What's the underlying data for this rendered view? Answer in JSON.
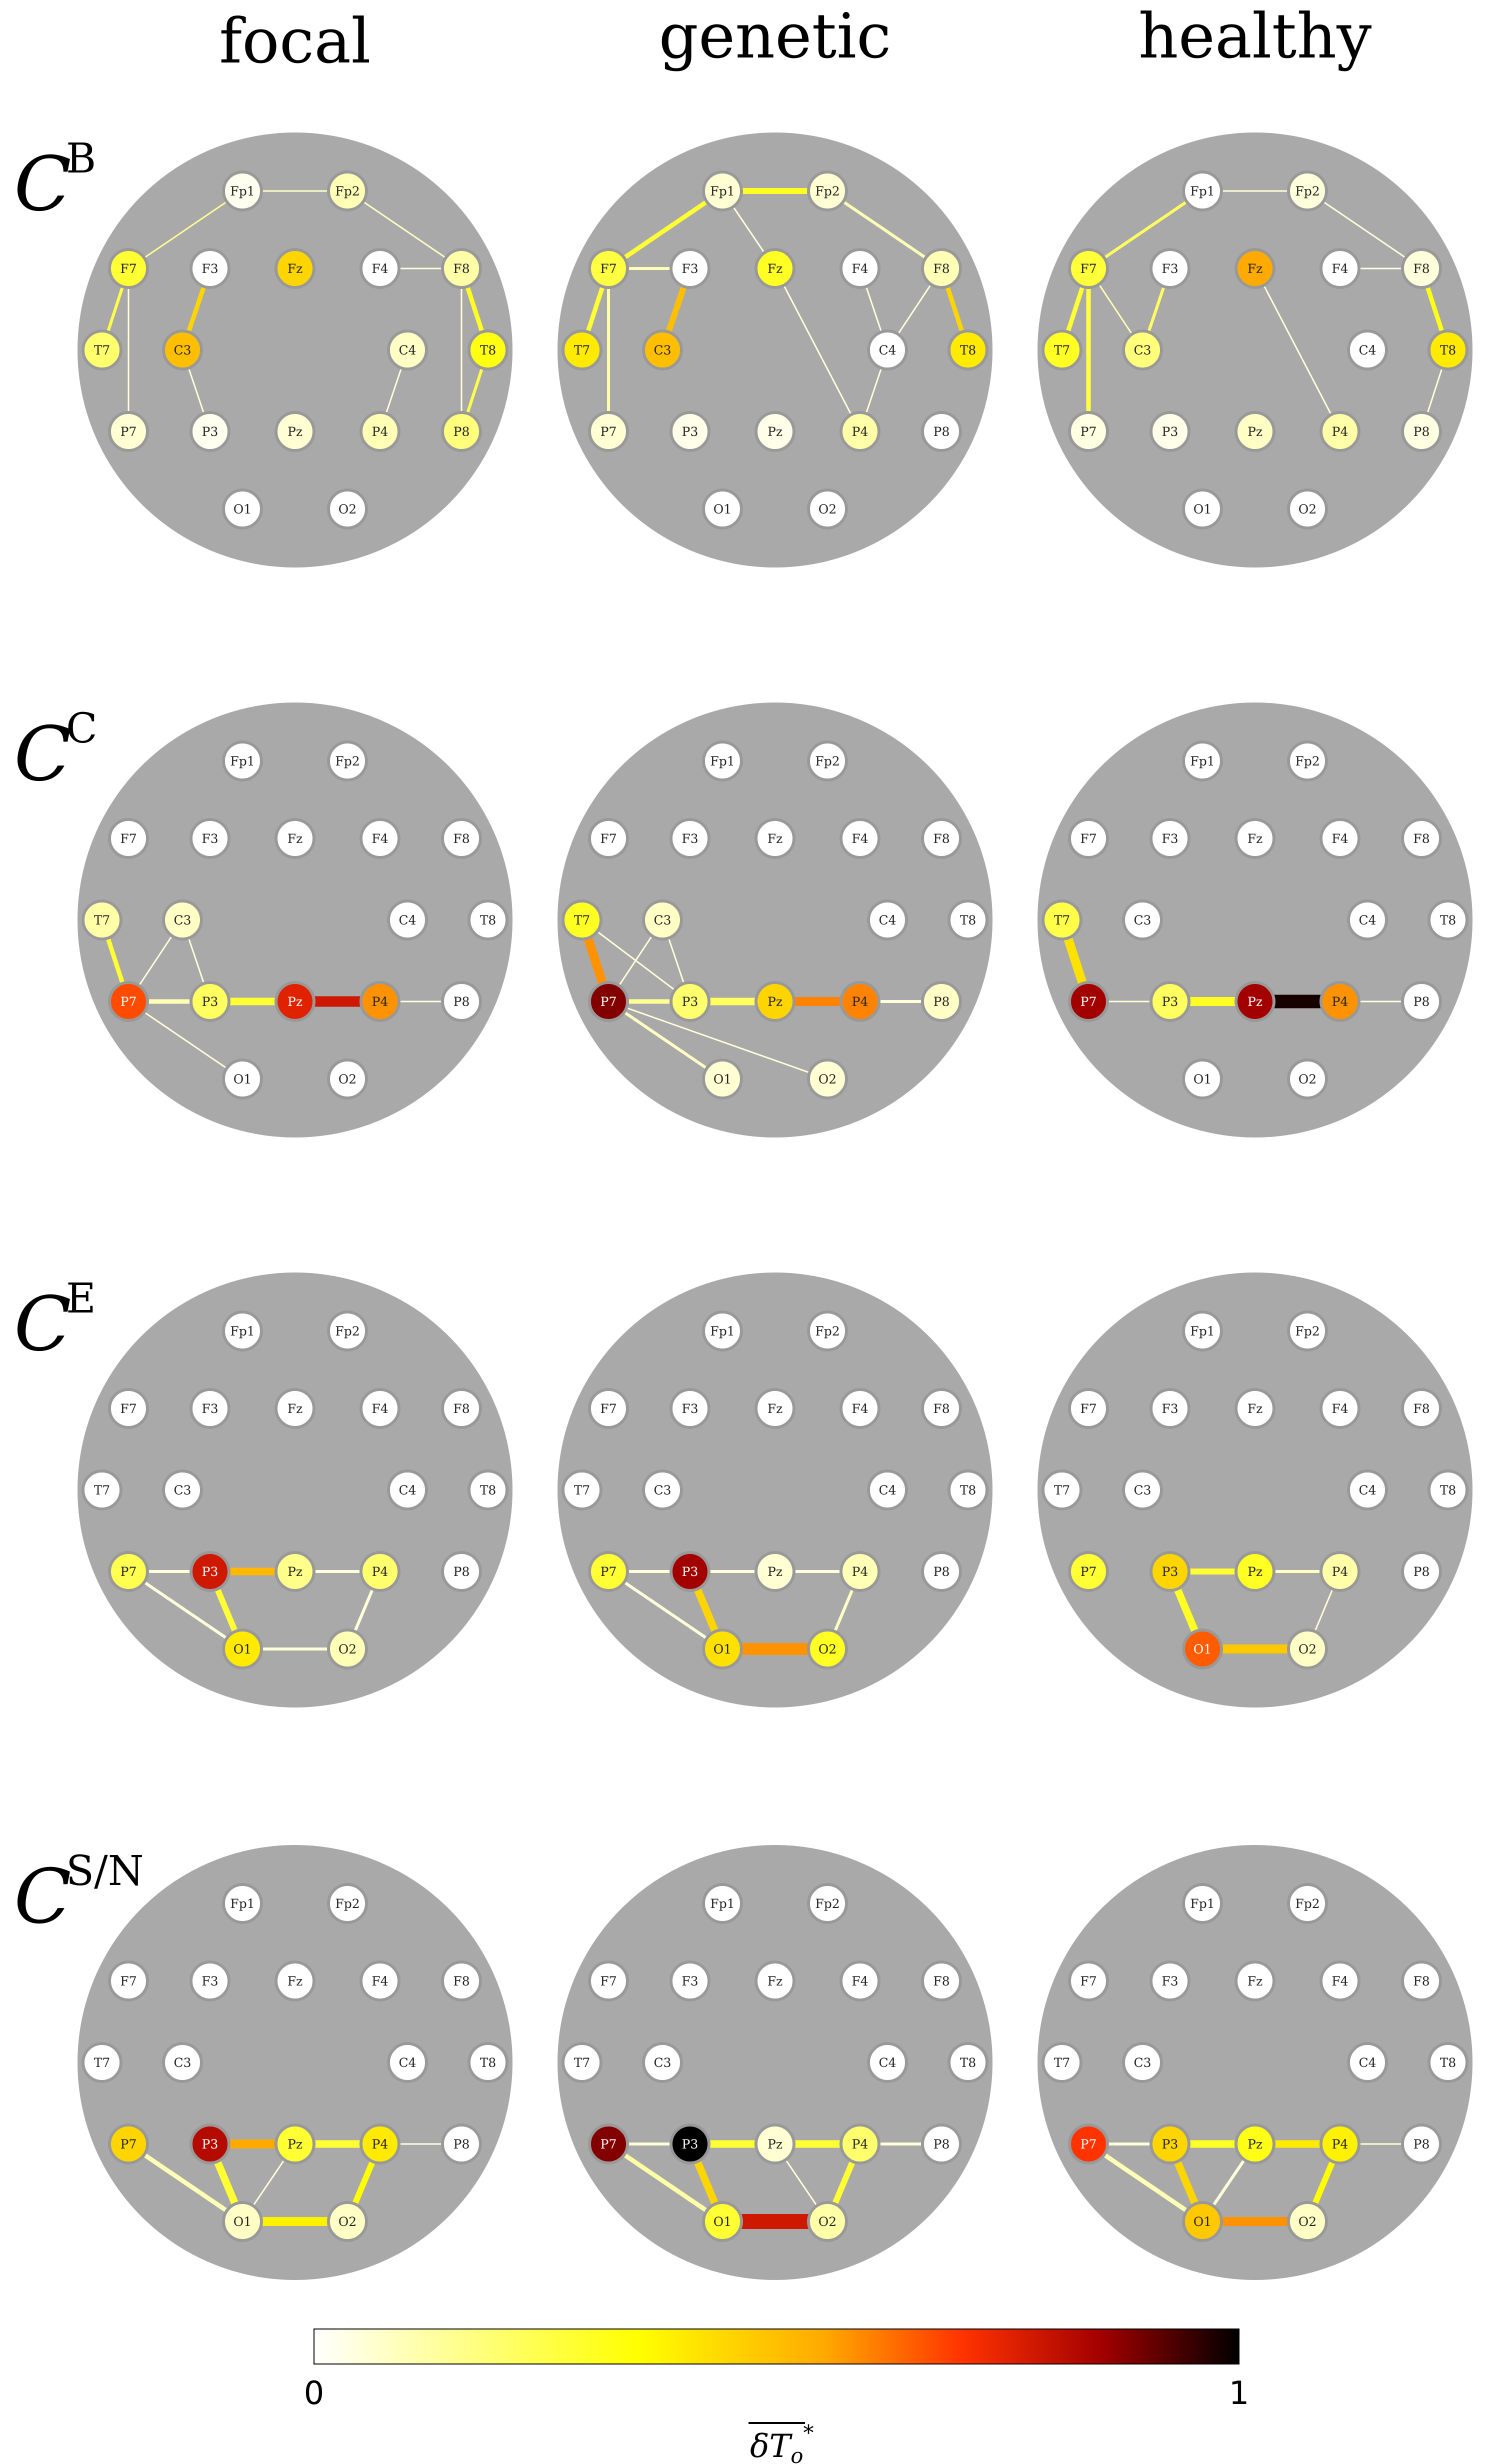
{
  "columns": [
    "focal",
    "genetic",
    "healthy"
  ],
  "rows": [
    {
      "script": "C",
      "sup": "B"
    },
    {
      "script": "C",
      "sup": "C"
    },
    {
      "script": "C",
      "sup": "E"
    },
    {
      "script": "C",
      "sup": "S/N"
    }
  ],
  "electrodes": [
    "Fp1",
    "Fp2",
    "F7",
    "F3",
    "Fz",
    "F4",
    "F8",
    "T7",
    "C3",
    "C4",
    "T8",
    "P7",
    "P3",
    "Pz",
    "P4",
    "P8",
    "O1",
    "O2"
  ],
  "colorbar": {
    "min_label": "0",
    "max_label": "1",
    "label": "δT*o (overlined)",
    "colormap": "afmhot_r"
  },
  "colors": {
    "head": "#a9a9a9",
    "node_edge": "#999999",
    "background": "#ffffff"
  },
  "panels": [
    {
      "row": 0,
      "col": 0,
      "nodes": {
        "Fp1": 0.02,
        "Fp2": 0.1,
        "F7": 0.28,
        "F3": 0.0,
        "Fz": 0.45,
        "F4": 0.0,
        "F8": 0.12,
        "T7": 0.2,
        "C3": 0.5,
        "C4": 0.08,
        "T8": 0.33,
        "P7": 0.06,
        "P3": 0.02,
        "Pz": 0.06,
        "P4": 0.1,
        "P8": 0.18,
        "O1": 0.0,
        "O2": 0.0
      },
      "edges": [
        [
          "Fp1",
          "Fp2",
          0.08,
          1
        ],
        [
          "Fp1",
          "F7",
          0.15,
          1
        ],
        [
          "Fp2",
          "F8",
          0.08,
          1
        ],
        [
          "F7",
          "T7",
          0.25,
          2
        ],
        [
          "F7",
          "P7",
          0.05,
          1
        ],
        [
          "F3",
          "C3",
          0.45,
          3
        ],
        [
          "F8",
          "T8",
          0.3,
          3
        ],
        [
          "F8",
          "P8",
          0.05,
          1
        ],
        [
          "T8",
          "P8",
          0.25,
          2
        ],
        [
          "C3",
          "P3",
          0.05,
          1
        ],
        [
          "C4",
          "P4",
          0.05,
          1
        ],
        [
          "F4",
          "F8",
          0.05,
          1
        ]
      ]
    },
    {
      "row": 0,
      "col": 1,
      "nodes": {
        "Fp1": 0.06,
        "Fp2": 0.06,
        "F7": 0.26,
        "F3": 0.0,
        "Fz": 0.3,
        "F4": 0.0,
        "F8": 0.1,
        "T7": 0.4,
        "C3": 0.5,
        "C4": 0.0,
        "T8": 0.4,
        "P7": 0.06,
        "P3": 0.03,
        "Pz": 0.03,
        "P4": 0.12,
        "P8": 0.0,
        "O1": 0.0,
        "O2": 0.0
      },
      "edges": [
        [
          "Fp1",
          "Fp2",
          0.3,
          4
        ],
        [
          "Fp1",
          "F7",
          0.28,
          3
        ],
        [
          "Fp1",
          "Fz",
          0.05,
          1
        ],
        [
          "Fp2",
          "F8",
          0.1,
          2
        ],
        [
          "F7",
          "T7",
          0.28,
          3
        ],
        [
          "F7",
          "P7",
          0.12,
          2
        ],
        [
          "F7",
          "F3",
          0.1,
          2
        ],
        [
          "F3",
          "C3",
          0.5,
          4
        ],
        [
          "Fz",
          "P4",
          0.05,
          1
        ],
        [
          "F8",
          "T8",
          0.45,
          3
        ],
        [
          "F8",
          "C4",
          0.05,
          1
        ],
        [
          "C4",
          "P4",
          0.05,
          1
        ],
        [
          "F4",
          "C4",
          0.05,
          1
        ]
      ]
    },
    {
      "row": 0,
      "col": 2,
      "nodes": {
        "Fp1": 0.0,
        "Fp2": 0.05,
        "F7": 0.27,
        "F3": 0.0,
        "Fz": 0.55,
        "F4": 0.0,
        "F8": 0.05,
        "T7": 0.3,
        "C3": 0.18,
        "C4": 0.0,
        "T8": 0.4,
        "P7": 0.04,
        "P3": 0.03,
        "Pz": 0.08,
        "P4": 0.12,
        "P8": 0.04,
        "O1": 0.0,
        "O2": 0.0
      },
      "edges": [
        [
          "Fp1",
          "Fp2",
          0.05,
          1
        ],
        [
          "Fp1",
          "F7",
          0.22,
          2
        ],
        [
          "Fp2",
          "F8",
          0.05,
          1
        ],
        [
          "F7",
          "T7",
          0.28,
          3
        ],
        [
          "F7",
          "P7",
          0.26,
          3
        ],
        [
          "F7",
          "C3",
          0.1,
          1
        ],
        [
          "F3",
          "C3",
          0.22,
          2
        ],
        [
          "Fz",
          "P4",
          0.05,
          1
        ],
        [
          "F8",
          "T8",
          0.32,
          3
        ],
        [
          "T8",
          "P8",
          0.05,
          1
        ],
        [
          "F4",
          "F8",
          0.03,
          1
        ]
      ]
    },
    {
      "row": 1,
      "col": 0,
      "nodes": {
        "Fp1": 0.0,
        "Fp2": 0.0,
        "F7": 0.0,
        "F3": 0.0,
        "Fz": 0.0,
        "F4": 0.0,
        "F8": 0.0,
        "T7": 0.12,
        "C3": 0.08,
        "C4": 0.0,
        "T8": 0.0,
        "P7": 0.67,
        "P3": 0.22,
        "Pz": 0.75,
        "P4": 0.58,
        "P8": 0.0,
        "O1": 0.0,
        "O2": 0.0
      },
      "edges": [
        [
          "T7",
          "P7",
          0.28,
          3
        ],
        [
          "C3",
          "P7",
          0.05,
          1
        ],
        [
          "C3",
          "P3",
          0.05,
          1
        ],
        [
          "P7",
          "P3",
          0.1,
          3
        ],
        [
          "P7",
          "O1",
          0.05,
          1
        ],
        [
          "P3",
          "Pz",
          0.28,
          5
        ],
        [
          "Pz",
          "P4",
          0.78,
          7
        ],
        [
          "P4",
          "P8",
          0.03,
          1
        ]
      ]
    },
    {
      "row": 1,
      "col": 1,
      "nodes": {
        "Fp1": 0.0,
        "Fp2": 0.0,
        "F7": 0.0,
        "F3": 0.0,
        "Fz": 0.0,
        "F4": 0.0,
        "F8": 0.0,
        "T7": 0.3,
        "C3": 0.08,
        "C4": 0.0,
        "T8": 0.0,
        "P7": 0.88,
        "P3": 0.2,
        "Pz": 0.45,
        "P4": 0.6,
        "P8": 0.08,
        "O1": 0.06,
        "O2": 0.06
      },
      "edges": [
        [
          "T7",
          "P7",
          0.58,
          6
        ],
        [
          "T7",
          "P3",
          0.05,
          1
        ],
        [
          "C3",
          "P7",
          0.05,
          1
        ],
        [
          "C3",
          "P3",
          0.05,
          1
        ],
        [
          "P7",
          "P3",
          0.15,
          3
        ],
        [
          "P7",
          "O1",
          0.08,
          2
        ],
        [
          "P7",
          "O2",
          0.05,
          1
        ],
        [
          "P3",
          "Pz",
          0.22,
          5
        ],
        [
          "Pz",
          "P4",
          0.6,
          6
        ],
        [
          "P4",
          "P8",
          0.05,
          2
        ]
      ]
    },
    {
      "row": 1,
      "col": 2,
      "nodes": {
        "Fp1": 0.0,
        "Fp2": 0.0,
        "F7": 0.0,
        "F3": 0.0,
        "Fz": 0.0,
        "F4": 0.0,
        "F8": 0.0,
        "T7": 0.25,
        "C3": 0.0,
        "C4": 0.0,
        "T8": 0.0,
        "P7": 0.85,
        "P3": 0.22,
        "Pz": 0.85,
        "P4": 0.58,
        "P8": 0.0,
        "O1": 0.0,
        "O2": 0.0
      },
      "edges": [
        [
          "T7",
          "P7",
          0.42,
          6
        ],
        [
          "P7",
          "P3",
          0.05,
          1
        ],
        [
          "P3",
          "Pz",
          0.3,
          6
        ],
        [
          "Pz",
          "P4",
          0.98,
          9
        ],
        [
          "P4",
          "P8",
          0.03,
          1
        ]
      ]
    },
    {
      "row": 2,
      "col": 0,
      "nodes": {
        "Fp1": 0.0,
        "Fp2": 0.0,
        "F7": 0.0,
        "F3": 0.0,
        "Fz": 0.0,
        "F4": 0.0,
        "F8": 0.0,
        "T7": 0.0,
        "C3": 0.0,
        "C4": 0.0,
        "T8": 0.0,
        "P7": 0.24,
        "P3": 0.78,
        "Pz": 0.16,
        "P4": 0.2,
        "P8": 0.0,
        "O1": 0.4,
        "O2": 0.1
      },
      "edges": [
        [
          "P7",
          "P3",
          0.05,
          2
        ],
        [
          "P7",
          "O1",
          0.05,
          2
        ],
        [
          "P3",
          "Pz",
          0.52,
          5
        ],
        [
          "P3",
          "O1",
          0.28,
          4
        ],
        [
          "Pz",
          "P4",
          0.05,
          2
        ],
        [
          "P4",
          "O2",
          0.05,
          2
        ],
        [
          "O1",
          "O2",
          0.05,
          2
        ]
      ]
    },
    {
      "row": 2,
      "col": 1,
      "nodes": {
        "Fp1": 0.0,
        "Fp2": 0.0,
        "F7": 0.0,
        "F3": 0.0,
        "Fz": 0.0,
        "F4": 0.0,
        "F8": 0.0,
        "T7": 0.0,
        "C3": 0.0,
        "C4": 0.0,
        "T8": 0.0,
        "P7": 0.28,
        "P3": 0.85,
        "Pz": 0.06,
        "P4": 0.1,
        "P8": 0.0,
        "O1": 0.42,
        "O2": 0.3
      },
      "edges": [
        [
          "P7",
          "P3",
          0.05,
          2
        ],
        [
          "P7",
          "O1",
          0.05,
          2
        ],
        [
          "P3",
          "Pz",
          0.05,
          2
        ],
        [
          "P3",
          "O1",
          0.45,
          5
        ],
        [
          "Pz",
          "P4",
          0.05,
          2
        ],
        [
          "P4",
          "O2",
          0.08,
          2
        ],
        [
          "O1",
          "O2",
          0.58,
          8
        ]
      ]
    },
    {
      "row": 2,
      "col": 2,
      "nodes": {
        "Fp1": 0.0,
        "Fp2": 0.0,
        "F7": 0.0,
        "F3": 0.0,
        "Fz": 0.0,
        "F4": 0.0,
        "F8": 0.0,
        "T7": 0.0,
        "C3": 0.0,
        "C4": 0.0,
        "T8": 0.0,
        "P7": 0.28,
        "P3": 0.45,
        "Pz": 0.3,
        "P4": 0.12,
        "P8": 0.0,
        "O1": 0.65,
        "O2": 0.08
      },
      "edges": [
        [
          "P3",
          "Pz",
          0.28,
          4
        ],
        [
          "P3",
          "O1",
          0.3,
          5
        ],
        [
          "Pz",
          "P4",
          0.08,
          2
        ],
        [
          "P4",
          "O2",
          0.05,
          1
        ],
        [
          "O1",
          "O2",
          0.48,
          6
        ]
      ]
    },
    {
      "row": 3,
      "col": 0,
      "nodes": {
        "Fp1": 0.0,
        "Fp2": 0.0,
        "F7": 0.0,
        "F3": 0.0,
        "Fz": 0.0,
        "F4": 0.0,
        "F8": 0.0,
        "T7": 0.0,
        "C3": 0.0,
        "C4": 0.0,
        "T8": 0.0,
        "P7": 0.45,
        "P3": 0.82,
        "Pz": 0.28,
        "P4": 0.4,
        "P8": 0.0,
        "O1": 0.08,
        "O2": 0.08
      },
      "edges": [
        [
          "P7",
          "O1",
          0.1,
          3
        ],
        [
          "P3",
          "Pz",
          0.55,
          6
        ],
        [
          "P3",
          "O1",
          0.28,
          5
        ],
        [
          "Pz",
          "P4",
          0.28,
          5
        ],
        [
          "Pz",
          "O1",
          0.05,
          1
        ],
        [
          "P4",
          "O2",
          0.35,
          4
        ],
        [
          "P4",
          "P8",
          0.03,
          1
        ],
        [
          "O1",
          "O2",
          0.38,
          6
        ]
      ]
    },
    {
      "row": 3,
      "col": 1,
      "nodes": {
        "Fp1": 0.0,
        "Fp2": 0.0,
        "F7": 0.0,
        "F3": 0.0,
        "Fz": 0.0,
        "F4": 0.0,
        "F8": 0.0,
        "T7": 0.0,
        "C3": 0.0,
        "C4": 0.0,
        "T8": 0.0,
        "P7": 0.88,
        "P3": 1.0,
        "Pz": 0.06,
        "P4": 0.2,
        "P8": 0.0,
        "O1": 0.28,
        "O2": 0.12
      },
      "edges": [
        [
          "P7",
          "P3",
          0.05,
          2
        ],
        [
          "P7",
          "O1",
          0.12,
          3
        ],
        [
          "P3",
          "Pz",
          0.28,
          5
        ],
        [
          "P3",
          "O1",
          0.45,
          5
        ],
        [
          "Pz",
          "P4",
          0.28,
          5
        ],
        [
          "Pz",
          "O2",
          0.05,
          1
        ],
        [
          "P4",
          "O2",
          0.28,
          4
        ],
        [
          "P4",
          "P8",
          0.05,
          2
        ],
        [
          "O1",
          "O2",
          0.78,
          10
        ]
      ]
    },
    {
      "row": 3,
      "col": 2,
      "nodes": {
        "Fp1": 0.0,
        "Fp2": 0.0,
        "F7": 0.0,
        "F3": 0.0,
        "Fz": 0.0,
        "F4": 0.0,
        "F8": 0.0,
        "T7": 0.0,
        "C3": 0.0,
        "C4": 0.0,
        "T8": 0.0,
        "P7": 0.7,
        "P3": 0.45,
        "Pz": 0.32,
        "P4": 0.38,
        "P8": 0.0,
        "O1": 0.48,
        "O2": 0.08
      },
      "edges": [
        [
          "P7",
          "P3",
          0.05,
          2
        ],
        [
          "P7",
          "O1",
          0.1,
          3
        ],
        [
          "P3",
          "Pz",
          0.3,
          5
        ],
        [
          "P3",
          "O1",
          0.45,
          5
        ],
        [
          "Pz",
          "P4",
          0.4,
          5
        ],
        [
          "Pz",
          "O1",
          0.05,
          2
        ],
        [
          "P4",
          "O2",
          0.35,
          4
        ],
        [
          "P4",
          "P8",
          0.05,
          1
        ],
        [
          "O1",
          "O2",
          0.58,
          6
        ]
      ]
    }
  ]
}
